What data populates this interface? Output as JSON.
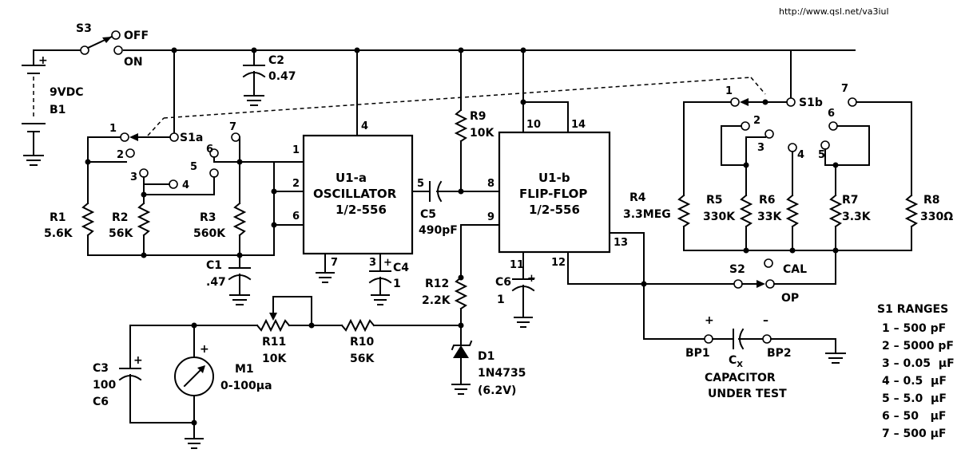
{
  "url": "http://www.qsl.net/va3iul",
  "switch_s3": {
    "name": "S3",
    "off": "OFF",
    "on": "ON"
  },
  "battery": {
    "voltage": "9VDC",
    "name": "B1",
    "plus": "+"
  },
  "c2": {
    "name": "C2",
    "value": "0.47"
  },
  "s1a": {
    "name": "S1a",
    "positions": [
      "1",
      "2",
      "3",
      "4",
      "5",
      "6",
      "7"
    ]
  },
  "s1b": {
    "name": "S1b",
    "positions": [
      "1",
      "2",
      "3",
      "4",
      "5",
      "6",
      "7"
    ]
  },
  "r1": {
    "name": "R1",
    "value": "5.6K"
  },
  "r2": {
    "name": "R2",
    "value": "56K"
  },
  "r3": {
    "name": "R3",
    "value": "560K"
  },
  "c1": {
    "name": "C1",
    "value": ".47"
  },
  "u1a": {
    "line1": "U1-a",
    "line2": "OSCILLATOR",
    "line3": "1/2-556",
    "pins": {
      "p1": "1",
      "p2": "2",
      "p4": "4",
      "p5": "5",
      "p6": "6",
      "p7": "7",
      "p3": "3"
    }
  },
  "c4": {
    "name": "C4",
    "value": "1",
    "plus": "+"
  },
  "c5": {
    "name": "C5",
    "value": "490pF"
  },
  "r9": {
    "name": "R9",
    "value": "10K"
  },
  "u1b": {
    "line1": "U1-b",
    "line2": "FLIP-FLOP",
    "line3": "1/2-556",
    "pins": {
      "p8": "8",
      "p9": "9",
      "p10": "10",
      "p11": "11",
      "p12": "12",
      "p13": "13",
      "p14": "14"
    }
  },
  "c6b": {
    "name": "C6",
    "value": "1",
    "plus": "+"
  },
  "r12": {
    "name": "R12",
    "value": "2.2K"
  },
  "d1": {
    "name": "D1",
    "part": "1N4735",
    "voltage": "(6.2V)"
  },
  "r11": {
    "name": "R11",
    "value": "10K"
  },
  "r10": {
    "name": "R10",
    "value": "56K"
  },
  "m1": {
    "name": "M1",
    "range": "0-100μa",
    "plus": "+"
  },
  "c3": {
    "name": "C3",
    "value": "100",
    "extra": "C6",
    "plus": "+"
  },
  "r4": {
    "name": "R4",
    "value": "3.3MEG"
  },
  "r5": {
    "name": "R5",
    "value": "330K"
  },
  "r6": {
    "name": "R6",
    "value": "33K"
  },
  "r7": {
    "name": "R7",
    "value": "3.3K"
  },
  "r8": {
    "name": "R8",
    "value": "330Ω"
  },
  "s2": {
    "name": "S2",
    "cal": "CAL",
    "op": "OP"
  },
  "bp1": {
    "name": "BP1",
    "sign": "+"
  },
  "bp2": {
    "name": "BP2",
    "sign": "–"
  },
  "cx": {
    "name": "C",
    "sub": "X",
    "caption1": "CAPACITOR",
    "caption2": "UNDER TEST"
  },
  "ranges": {
    "title": "S1 RANGES",
    "items": [
      "1 – 500 pF",
      "2 – 5000 pF",
      "3 – 0.05  μF",
      "4 – 0.5  μF",
      "5 – 5.0  μF",
      "6 – 50   μF",
      "7 – 500 μF"
    ]
  }
}
